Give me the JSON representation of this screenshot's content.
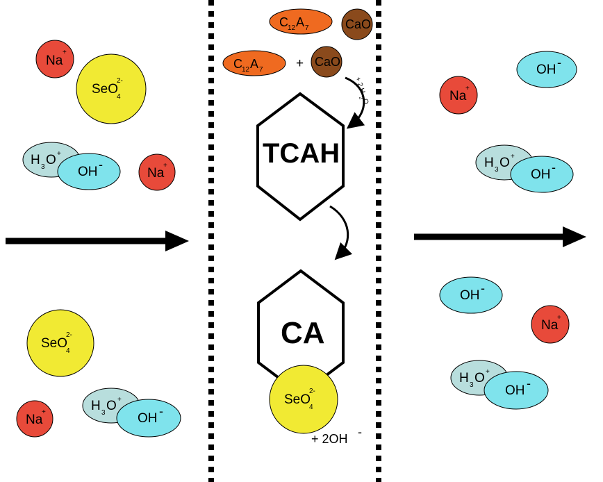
{
  "colors": {
    "na": "#e84a3a",
    "seo4": "#f1ea33",
    "h3o": "#b8dedd",
    "oh": "#7fe3ec",
    "c12a7": "#ef6a20",
    "cao": "#8a4a1c",
    "line": "#000000"
  },
  "labels": {
    "na": "Na",
    "na_sup": "+",
    "seo": "SeO",
    "seo_sub": "4",
    "seo_sup": "2-",
    "h3o_h": "H",
    "h3o_sub": "3",
    "h3o_o": "O",
    "h3o_sup": "+",
    "oh": "OH",
    "oh_sup": "-",
    "c12a7_c": "C",
    "c12a7_sub1": "12",
    "c12a7_a": "A",
    "c12a7_sub2": "7",
    "cao": "CaO",
    "plus": "+",
    "water_a": "+ 2 H",
    "water_sub": "2",
    "water_b": "O",
    "tcah": "TCAH",
    "ca": "CA",
    "released_a": "+ 2OH",
    "released_sup": "-"
  }
}
